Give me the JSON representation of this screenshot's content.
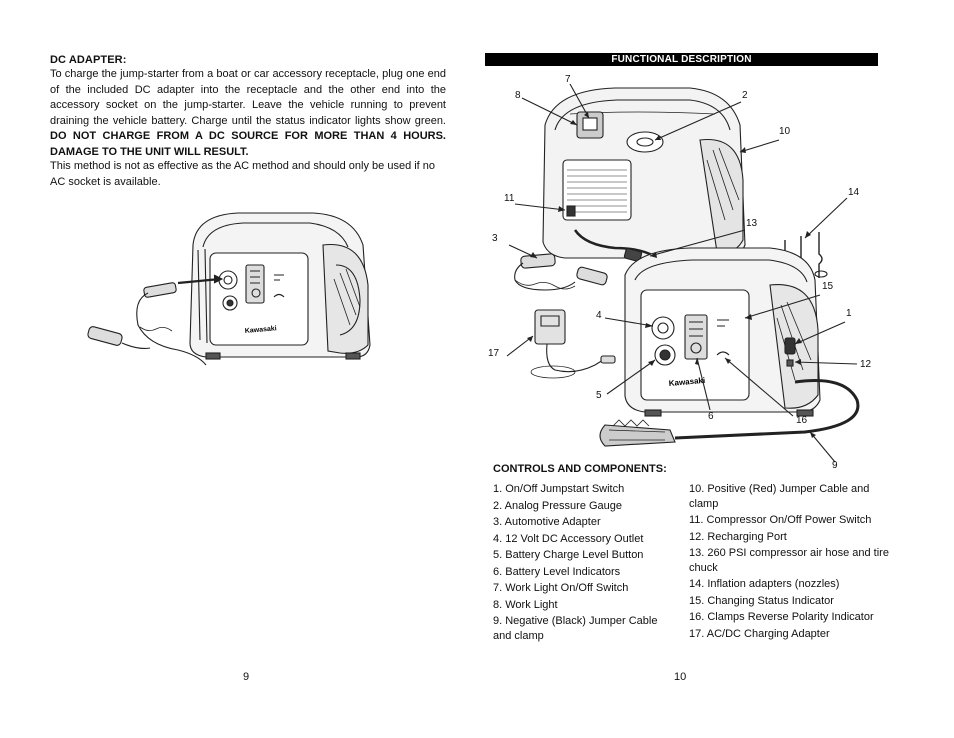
{
  "left_page": {
    "dc_heading": "DC ADAPTER:",
    "dc_text": "To charge the jump-starter from a boat or car accessory receptacle, plug one end of the included DC adapter into the receptacle and the other end into the accessory socket on the jump-starter. Leave the vehicle running to prevent draining the vehicle battery. Charge until the status indicator lights show green.",
    "dc_warning": "DO NOT CHARGE FROM A DC SOURCE FOR MORE THAN 4 HOURS. DAMAGE TO THE UNIT WILL RESULT.",
    "dc_note": "This method is not as effective as the AC method and should only be used if no AC socket is available.",
    "brand_label": "Kawasaki",
    "page_number": "9"
  },
  "right_page": {
    "section_title": "FUNCTIONAL DESCRIPTION",
    "brand_label": "Kawasaki",
    "callouts": [
      "1",
      "2",
      "3",
      "4",
      "5",
      "6",
      "7",
      "8",
      "9",
      "10",
      "11",
      "12",
      "13",
      "14",
      "15",
      "16",
      "17"
    ],
    "controls_heading": "CONTROLS AND COMPONENTS:",
    "components_col1": [
      "1. On/Off Jumpstart Switch",
      "2. Analog Pressure Gauge",
      "3. Automotive Adapter",
      "4. 12 Volt DC Accessory Outlet",
      "5. Battery Charge Level Button",
      "6. Battery Level Indicators",
      "7. Work Light On/Off Switch",
      "8. Work Light",
      "9. Negative (Black) Jumper Cable and clamp"
    ],
    "components_col2": [
      "10. Positive (Red) Jumper Cable and clamp",
      "11. Compressor On/Off Power Switch",
      "12. Recharging Port",
      "13. 260 PSI compressor air hose and tire chuck",
      "14. Inflation adapters (nozzles)",
      "15. Changing Status Indicator",
      "16. Clamps Reverse Polarity Indicator",
      "17. AC/DC Charging Adapter"
    ],
    "page_number": "10"
  }
}
